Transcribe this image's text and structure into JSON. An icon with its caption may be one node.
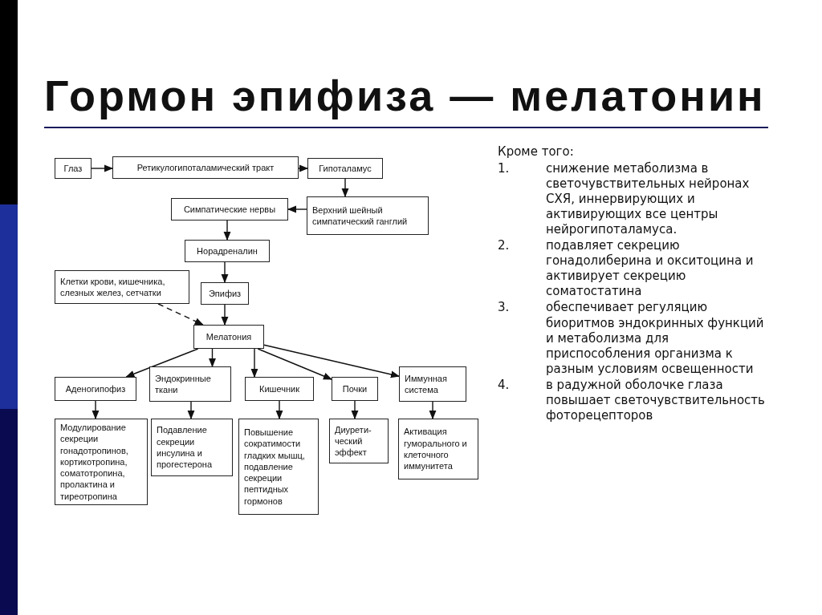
{
  "diagram": {
    "title": "Гормон эпифиза — мелатонин",
    "nodes": [
      {
        "text": [
          "Глаз"
        ]
      },
      {
        "text": [
          "Ретикулогипоталамический тракт"
        ]
      },
      {
        "text": [
          "Гипоталамус"
        ]
      },
      {
        "text": [
          "Симпатические нервы"
        ]
      },
      {
        "text": [
          "Верхний шейный симпатический ганглий"
        ]
      },
      {
        "text": [
          "Норадреналин"
        ]
      },
      {
        "text": [
          "Клетки крови, кишечника, слезных желез, сетчатки"
        ]
      },
      {
        "text": [
          "Эпифиз"
        ]
      },
      {
        "text": [
          "Мелатония"
        ]
      },
      {
        "text": [
          "Аденогипофиз"
        ]
      },
      {
        "text": [
          "Эндокринные ткани"
        ]
      },
      {
        "text": [
          "Кишечник"
        ]
      },
      {
        "text": [
          "Почки"
        ]
      },
      {
        "text": [
          "Иммунная система"
        ]
      },
      {
        "text": [
          "Модулирование секреции гонадотропинов, кортикотропина, соматотропина, пролактина и тиреотропина"
        ]
      },
      {
        "text": [
          "Подавление секреции инсулина и прогестерона"
        ]
      },
      {
        "text": [
          "Повышение сократимости гладких мышц, подавление секреции пептидных гормонов"
        ]
      },
      {
        "text": [
          "Диурети- ческий эффект"
        ]
      },
      {
        "text": [
          "Активация гуморального и клеточного иммунитета"
        ]
      }
    ],
    "edges": [
      {
        "from": 0,
        "to": 1,
        "arrow": "to"
      },
      {
        "from": 1,
        "to": 2,
        "arrow": "to"
      },
      {
        "from": 2,
        "to": 4,
        "arrow": "to"
      },
      {
        "from": 4,
        "to": 3,
        "arrow": "to"
      },
      {
        "from": 3,
        "to": 5,
        "arrow": "to"
      },
      {
        "from": 5,
        "to": 7,
        "arrow": "to"
      },
      {
        "from": 7,
        "to": 8,
        "arrow": "to"
      },
      {
        "from": 6,
        "to": 8,
        "arrow": "to",
        "style": "dashed"
      },
      {
        "from": 8,
        "to": 9,
        "arrow": "to"
      },
      {
        "from": 8,
        "to": 10,
        "arrow": "to"
      },
      {
        "from": 8,
        "to": 11,
        "arrow": "to"
      },
      {
        "from": 8,
        "to": 12,
        "arrow": "to"
      },
      {
        "from": 8,
        "to": 13,
        "arrow": "to"
      },
      {
        "from": 9,
        "to": 14,
        "arrow": "to"
      },
      {
        "from": 10,
        "to": 15,
        "arrow": "to"
      },
      {
        "from": 11,
        "to": 16,
        "arrow": "to"
      },
      {
        "from": 12,
        "to": 17,
        "arrow": "to"
      },
      {
        "from": 13,
        "to": 18,
        "arrow": "to"
      }
    ],
    "labels": [
      "Кроме того:",
      "1.",
      "снижение метаболизма в светочувствительных нейронах СХЯ, иннервирующих и активирующих все центры нейрогипоталамуса.",
      "2.",
      "подавляет секрецию гонадолиберина и окситоцина и активирует секрецию соматостатина",
      "3.",
      "обеспечивает регуляцию биоритмов эндокринных функций и метаболизма для приспособления организма к разным условиям освещенности",
      "4.",
      "в радужной оболочке глаза повышает светочувствительность фоторецепторов"
    ]
  }
}
